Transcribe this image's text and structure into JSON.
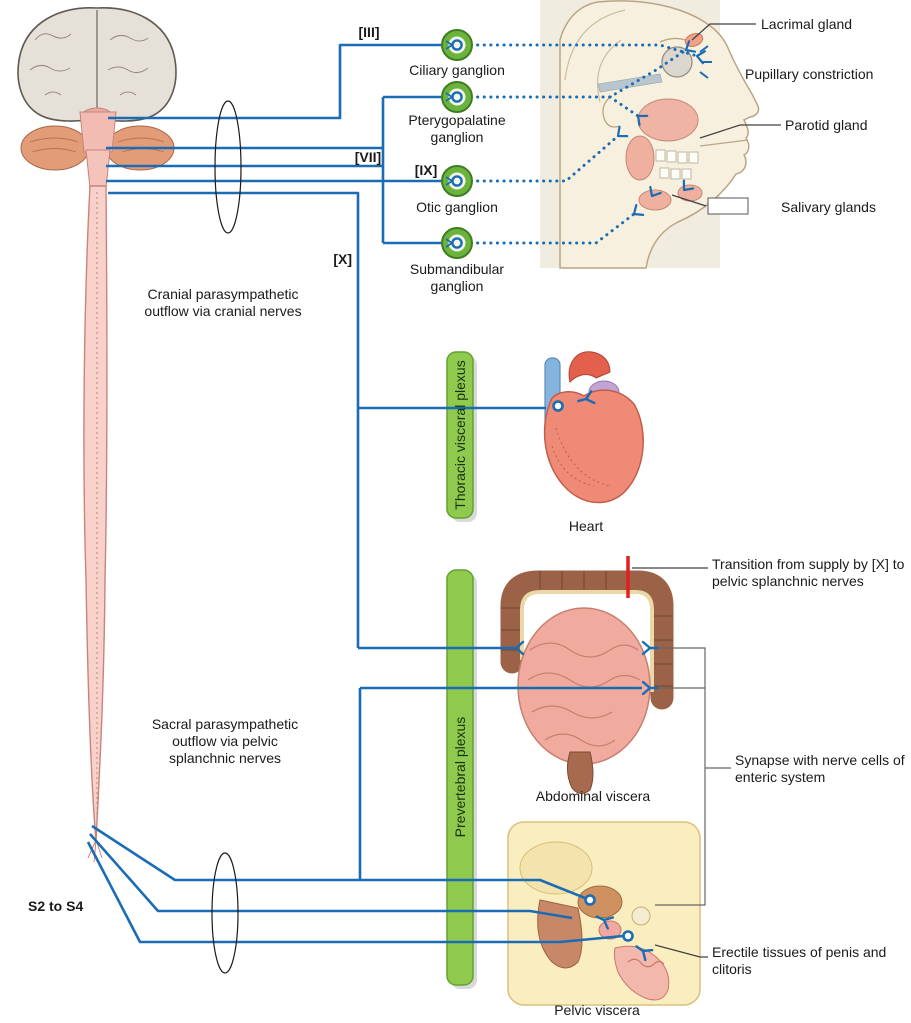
{
  "figure": {
    "outflow_cranial": "Cranial parasympathetic outflow via cranial nerves",
    "outflow_sacral": "Sacral parasympathetic outflow via pelvic splanchnic nerves",
    "sacral_segments": "S2 to S4"
  },
  "cranial_nerves": {
    "iii": "[III]",
    "vii": "[VII]",
    "ix": "[IX]",
    "x": "[X]"
  },
  "ganglia": {
    "ciliary": "Ciliary ganglion",
    "pterygopalatine": "Pterygopalatine ganglion",
    "otic": "Otic ganglion",
    "submandibular": "Submandibular ganglion"
  },
  "plexuses": {
    "thoracic": "Thoracic visceral plexus",
    "prevertebral": "Prevertebral plexus"
  },
  "organs": {
    "heart": "Heart",
    "abdominal": "Abdominal viscera",
    "pelvic": "Pelvic viscera"
  },
  "annotations": {
    "lacrimal": "Lacrimal gland",
    "pupillary": "Pupillary constriction",
    "parotid": "Parotid gland",
    "salivary": "Salivary glands",
    "transition": "Transition from supply by [X] to pelvic splanchnic nerves",
    "synapse": "Synapse with nerve cells of enteric system",
    "erectile": "Erectile tissues of penis and clitoris"
  },
  "colors": {
    "nerve_blue": "#1a6cb5",
    "ganglion_green": "#6cb33e",
    "plexus_green": "#8fca4e",
    "transition_red": "#e02020"
  }
}
